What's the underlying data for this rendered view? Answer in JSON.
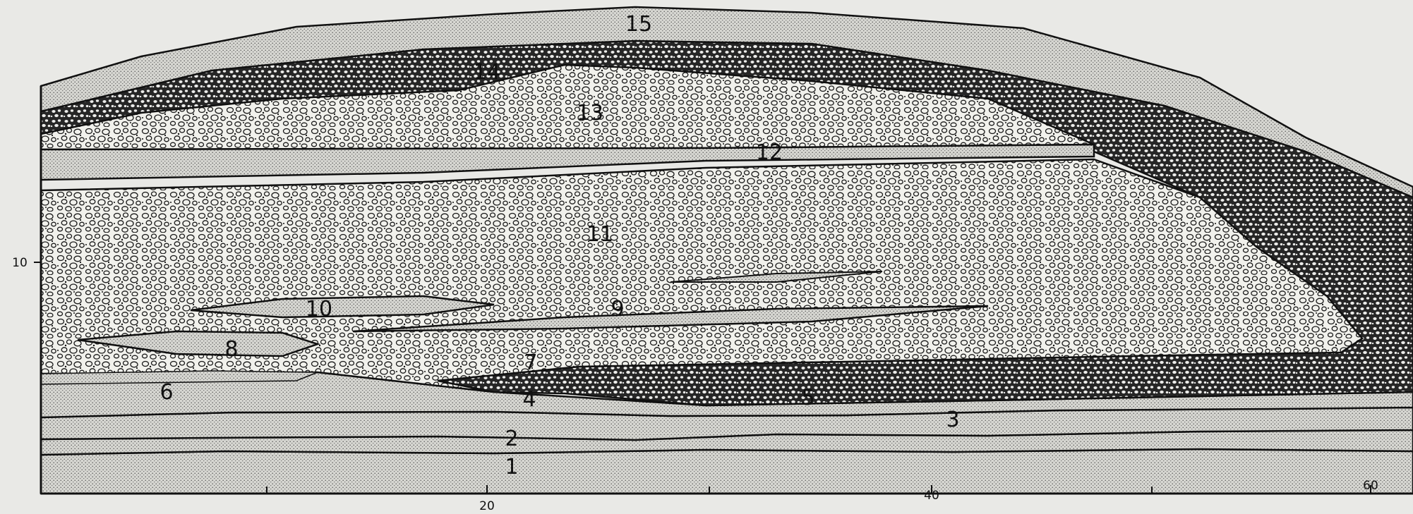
{
  "section": {
    "layers": [
      {
        "id": "1",
        "label": "1",
        "texture": "fine-sand"
      },
      {
        "id": "2",
        "label": "2",
        "texture": "fine-sand"
      },
      {
        "id": "3",
        "label": "3",
        "texture": "fine-sand"
      },
      {
        "id": "4",
        "label": "4",
        "texture": "fine-sand"
      },
      {
        "id": "5",
        "label": "5",
        "texture": "coarse-gravel"
      },
      {
        "id": "6",
        "label": "6",
        "texture": "fine-sand"
      },
      {
        "id": "7",
        "label": "7",
        "texture": "gravel"
      },
      {
        "id": "8",
        "label": "8",
        "texture": "fine-sand"
      },
      {
        "id": "9",
        "label": "9",
        "texture": "gravel"
      },
      {
        "id": "10",
        "label": "10",
        "texture": "fine-sand"
      },
      {
        "id": "11",
        "label": "11",
        "texture": "gravel"
      },
      {
        "id": "12",
        "label": "12",
        "texture": "fine-sand"
      },
      {
        "id": "13",
        "label": "13",
        "texture": "gravel"
      },
      {
        "id": "14",
        "label": "14",
        "texture": "coarse-gravel"
      },
      {
        "id": "15",
        "label": "15",
        "texture": "fine-sand"
      }
    ],
    "x_axis_labels": [
      "20",
      "40",
      "60"
    ],
    "y_axis_labels": [
      "10"
    ]
  },
  "colors": {
    "paper": "#e9e9e6",
    "ink": "#111111",
    "sand": "#d4d4cf"
  }
}
